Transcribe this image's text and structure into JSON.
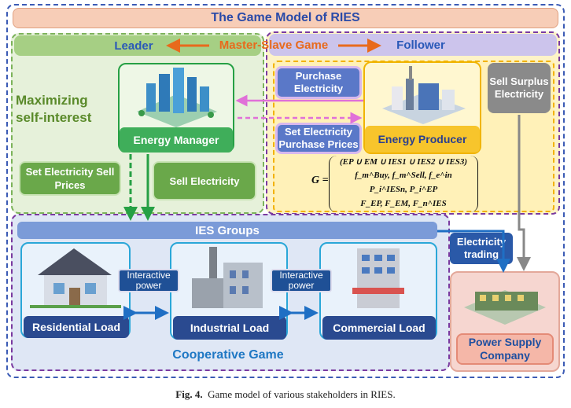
{
  "title": "The Game Model of RIES",
  "leader": {
    "label": "Leader",
    "objective": "Maximizing self-interest",
    "manager": "Energy Manager",
    "actions": [
      "Set Electricity Sell Prices",
      "Sell Electricity"
    ]
  },
  "game_label": "Master-Slave Game",
  "follower": {
    "label": "Follower",
    "actions": [
      "Purchase Electricity",
      "Set Electricity Purchase Prices"
    ],
    "producer": "Energy Producer",
    "surplus": "Sell Surplus Electricity"
  },
  "formula": {
    "lhs": "G",
    "rows": [
      "(EP ∪ EM ∪ IES1 ∪ IES2 ∪ IES3)",
      "f_m^Buy, f_m^Sell, f_e^in",
      "P_i^IESn, P_i^EP",
      "F_EP, F_EM, F_n^IES"
    ]
  },
  "ies": {
    "header": "IES Groups",
    "loads": [
      "Residential Load",
      "Industrial Load",
      "Commercial Load"
    ],
    "interactive": [
      "Interactive power",
      "Interactive power"
    ],
    "game": "Cooperative Game"
  },
  "trading": "Electricity trading",
  "supplier": "Power Supply Company",
  "caption": {
    "label": "Fig. 4.",
    "text": "Game model of various stakeholders in RIES."
  },
  "colors": {
    "leader_green": "#6aa84a",
    "follower_yellow": "#f7c52c",
    "ies_blue": "#2a4a90",
    "title_orange": "#f7cdb7"
  }
}
